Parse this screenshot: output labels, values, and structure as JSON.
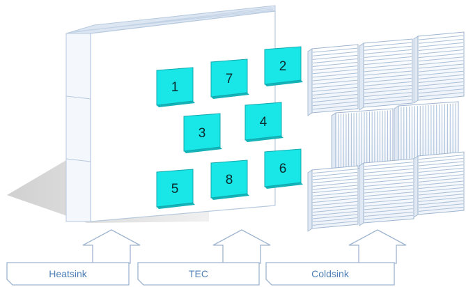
{
  "labels": {
    "heatsink": "Heatsink",
    "tec": "TEC",
    "coldsink": "Coldsink"
  },
  "tec_modules": [
    {
      "num": "1"
    },
    {
      "num": "7"
    },
    {
      "num": "2"
    },
    {
      "num": "3"
    },
    {
      "num": "4"
    },
    {
      "num": "5"
    },
    {
      "num": "8"
    },
    {
      "num": "6"
    }
  ],
  "colors": {
    "tec_fill": "#19e6e6",
    "tec_edge": "#13b3b8",
    "outline": "#9db4cf",
    "label_text": "#4f7fb5",
    "shadow": "#d8d8d8"
  },
  "icons": [
    "up-arrow-icon"
  ]
}
